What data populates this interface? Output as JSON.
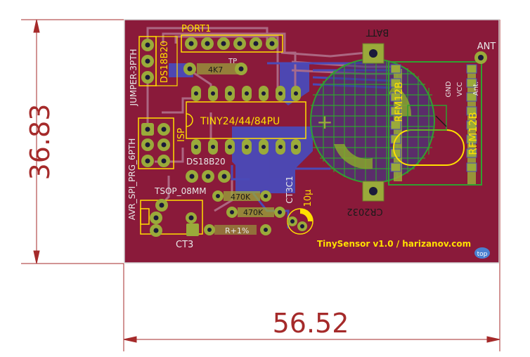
{
  "dimensions": {
    "height": "36.83",
    "width": "56.52"
  },
  "board": {
    "port_label": "PORT1",
    "batt_label": "BATT",
    "ant_label": "ANT",
    "ds_label": "DS18B20",
    "jumper_label": "JUMPER-3PTH",
    "isp_label": "ISP",
    "spi_label": "AVR_SPI_PRG_6PTH",
    "mcu_label": "TINY24/44/84PU",
    "r4k7_label": "4K7",
    "tp_label": "TP",
    "bottom_chip_label": "DS18B20",
    "tsop_label": "TSOP_08MM",
    "r470k_1": "470K",
    "r470k_2": "470K",
    "r1pct_label": "R+1%",
    "ct3c1_label": "CT3C1",
    "ct3_label": "CT3",
    "cap_label": "10μ",
    "rfm_label_1": "RFM12B",
    "rfm_label_2": "RFM12B",
    "gnd_label": "GND",
    "vcc_label": "VCC",
    "ant_pin_label": "Ant.",
    "cr_label": "CR2032",
    "footer": "TinySensor v1.0 / harizanov.com",
    "top_badge": "top"
  },
  "colors": {
    "dimension": "#a52a2a",
    "board": "#8a1a3a",
    "copper_top": "#4a4ab8",
    "trace_bottom": "#b0708a",
    "pad": "#9aaa3a",
    "silkscreen": "#e8e8e8",
    "yellow": "#ffe000",
    "green": "#30a030"
  }
}
